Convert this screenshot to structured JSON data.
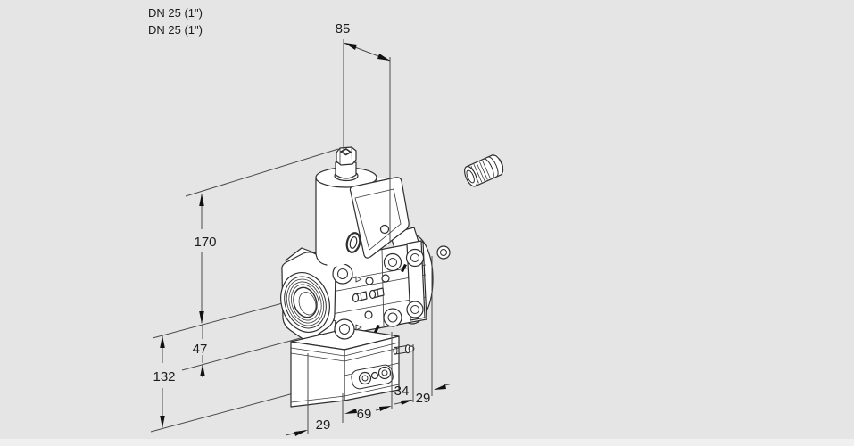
{
  "page": {
    "background_color": "#e5e5e5",
    "line_color": "#2e2e2e",
    "text_color": "#1c1c1c"
  },
  "connection_labels": {
    "top": "DN 25 (1\")",
    "bottom": "DN 25 (1\")"
  },
  "dimensions": {
    "top_width": "85",
    "upper_height": "170",
    "axis_to_body": "47",
    "lower_height": "132",
    "bottom_left_offset": "29",
    "body_depth": "69",
    "flange_depth": "34",
    "right_offset": "29"
  }
}
